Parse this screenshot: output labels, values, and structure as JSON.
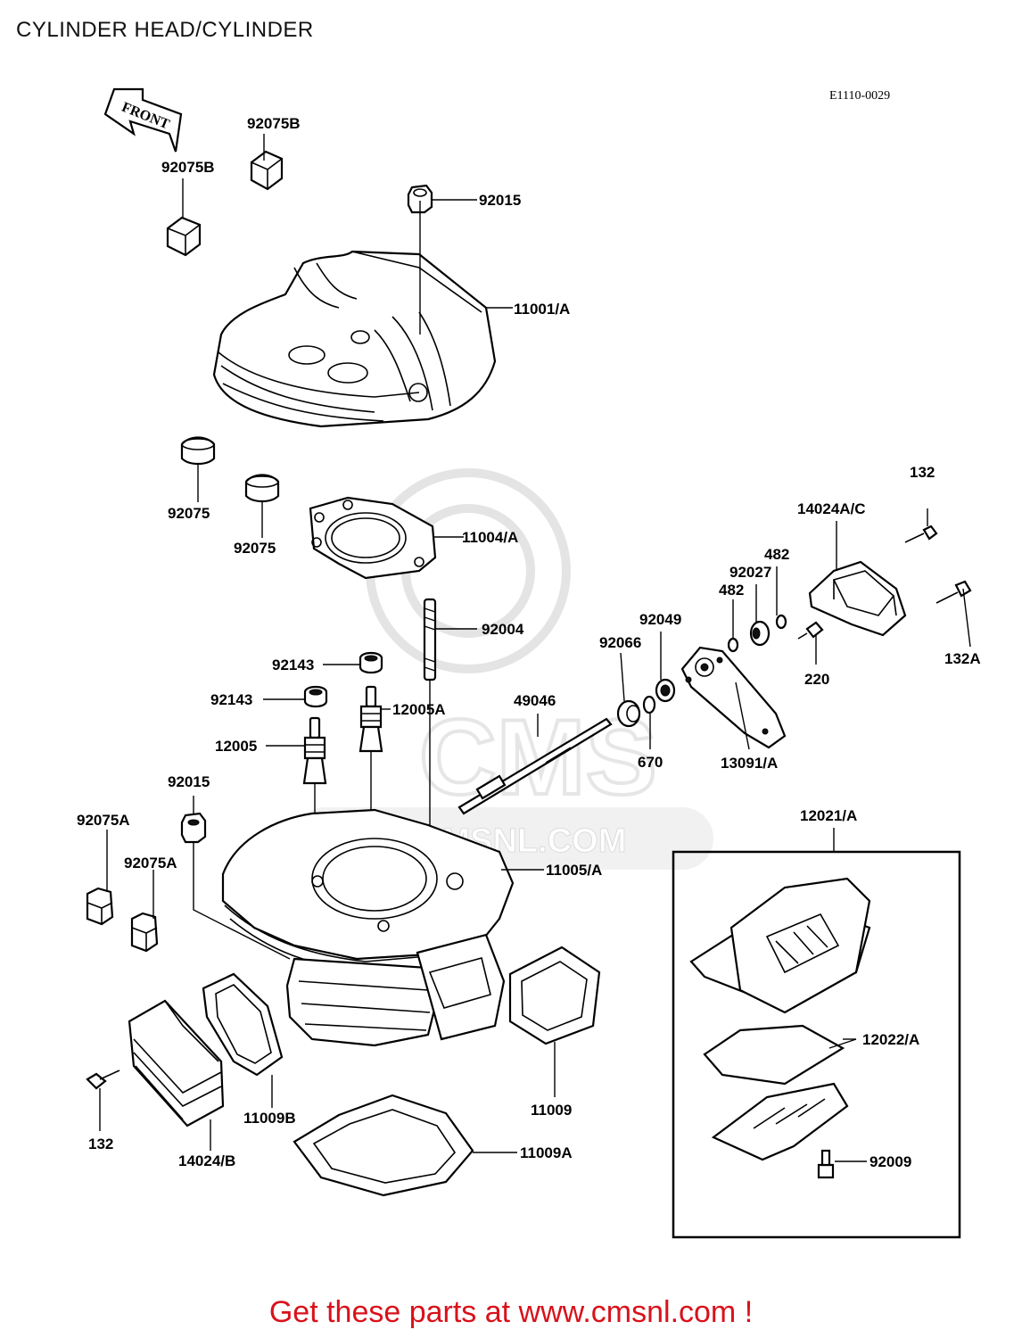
{
  "header": {
    "title": "CYLINDER HEAD/CYLINDER",
    "diagram_code": "E1110-0029"
  },
  "front_arrow": {
    "text": "FRONT",
    "icon": "front-arrow-icon"
  },
  "watermark": {
    "text": "WWW.CMSNL.COM",
    "logo_text": "CMS"
  },
  "kit_box": {
    "label": "12021/A"
  },
  "labels": [
    "92075B",
    "92075B",
    "92015",
    "11001/A",
    "92075",
    "92075",
    "11004/A",
    "132",
    "14024A/C",
    "482",
    "92027",
    "482",
    "92049",
    "132A",
    "92066",
    "220",
    "92004",
    "92143",
    "92143",
    "12005A",
    "49046",
    "12005",
    "670",
    "13091/A",
    "92015",
    "92075A",
    "92075A",
    "11005/A",
    "12022/A",
    "11009",
    "11009B",
    "132",
    "14024/B",
    "11009A",
    "92009"
  ],
  "footer": {
    "promo": "Get these parts at www.cmsnl.com !"
  }
}
